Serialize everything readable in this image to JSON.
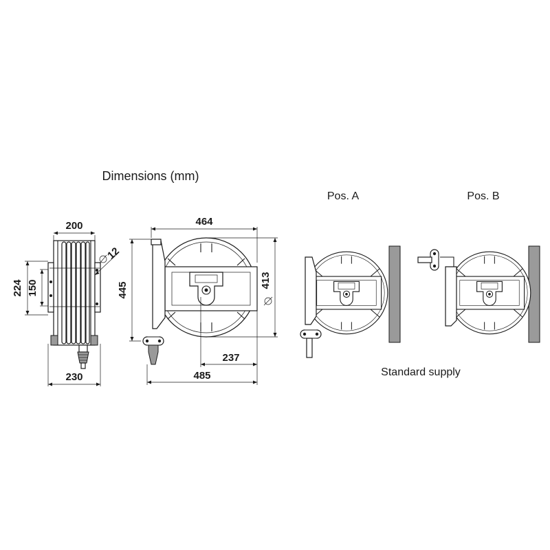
{
  "title": "Dimensions (mm)",
  "side_view": {
    "width_top": "200",
    "height_outer": "224",
    "height_inner": "150",
    "hole_dia": "12",
    "width_bottom": "230"
  },
  "front_view": {
    "width_top": "464",
    "height": "445",
    "drum_dia": "413",
    "offset": "237",
    "width_bottom": "485"
  },
  "mount_views": {
    "pos_a": "Pos. A",
    "pos_b": "Pos. B",
    "caption": "Standard supply"
  },
  "colors": {
    "line": "#1a1a1a",
    "wall": "#9a9a9a"
  }
}
